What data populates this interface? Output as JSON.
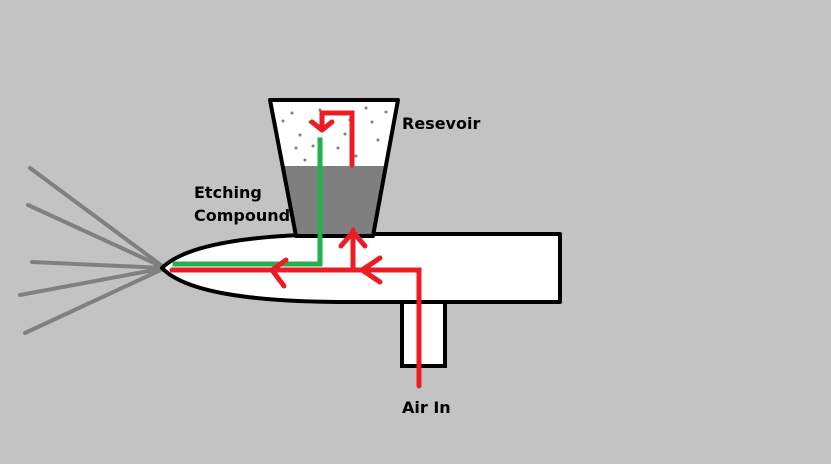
{
  "labels": {
    "reservoir": "Resevoir",
    "etching_line1": "Etching",
    "etching_line2": "Compound",
    "air_in": "Air In"
  },
  "colors": {
    "background": "#c3c3c3",
    "air_flow": "#ed1c24",
    "compound_flow": "#22b14c",
    "compound_fill": "#7f7f7f",
    "spray": "#808080",
    "body": "#ffffff",
    "outline": "#000000"
  },
  "icons": {
    "air_flow": "red-arrow-icon",
    "compound_flow": "green-line-icon",
    "spray": "spray-lines-icon"
  }
}
